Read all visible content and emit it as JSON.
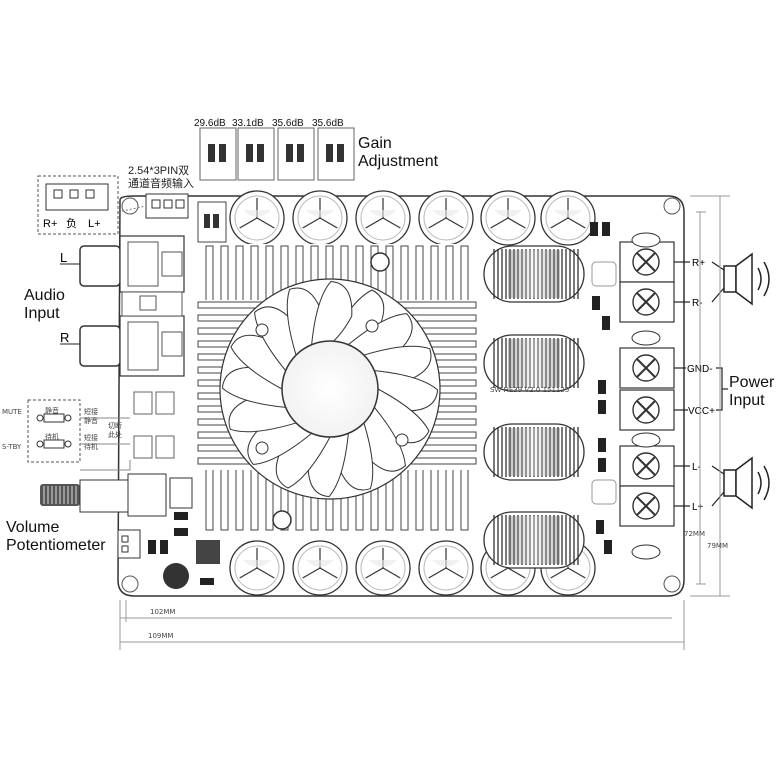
{
  "labels": {
    "gain_title_1": "Gain",
    "gain_title_2": "Adjustment",
    "gain_settings": [
      "29.6dB",
      "33.1dB",
      "35.6dB",
      "35.6dB"
    ],
    "pin_header": "2.54*3PIN双",
    "pin_header_2": "通道音频输入",
    "pin_names": [
      "R+",
      "负",
      "L+"
    ],
    "audio_input_1": "Audio",
    "audio_input_2": "Input",
    "channel_l": "L",
    "channel_r": "R",
    "power_input_1": "Power",
    "power_input_2": "Input",
    "term_r_plus": "R+",
    "term_r_minus": "R-",
    "term_gnd": "GND-",
    "term_vcc": "VCC+",
    "term_l_minus": "L-",
    "term_l_plus": "L+",
    "volume_1": "Volume",
    "volume_2": "Potentiometer",
    "mute": "MUTE",
    "stby": "S-TBY",
    "mute_cn": "静音",
    "stby_cn": "待机",
    "short_mute": "短接",
    "short_mute_2": "静音",
    "short_stby": "短接",
    "short_stby_2": "待机",
    "cut_label": "切断",
    "cut_label_2": "此处",
    "board_id": "SW-HE39 V2.0  151125",
    "dim_72": "72MM",
    "dim_79": "79MM",
    "dim_102": "102MM",
    "dim_109": "109MM"
  }
}
